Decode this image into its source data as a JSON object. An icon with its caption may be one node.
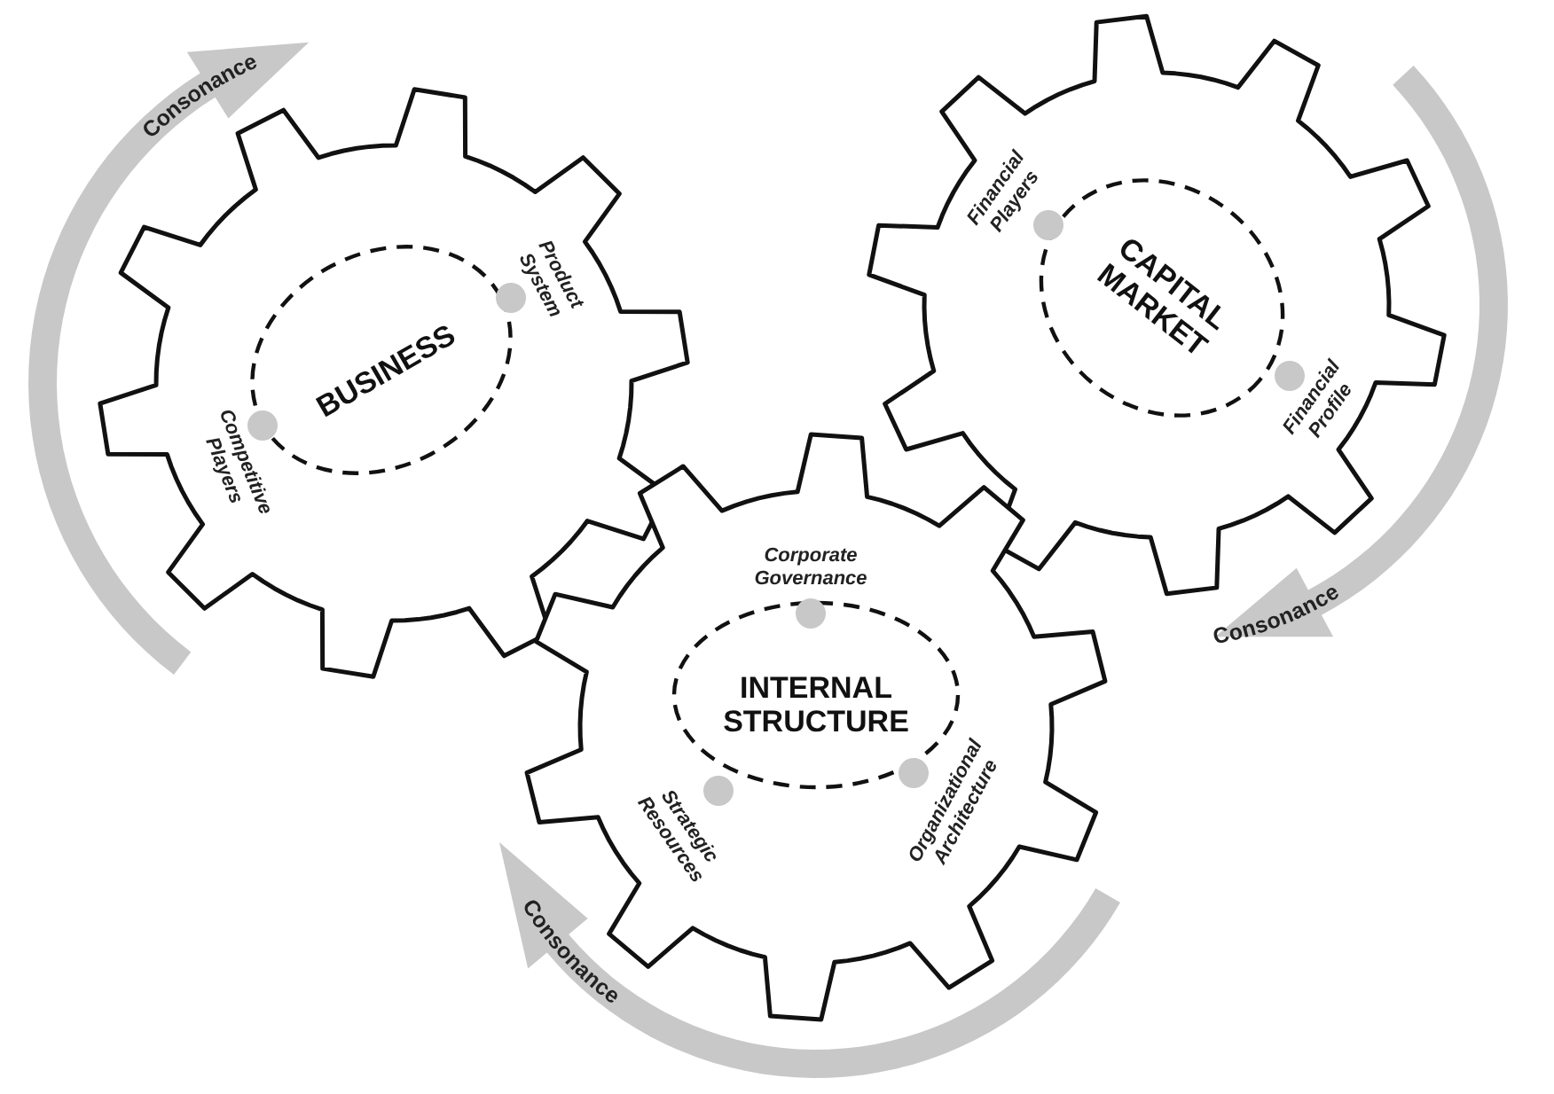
{
  "diagram": {
    "nodes": [
      {
        "text": [
          "BUSINESS"
        ]
      },
      {
        "text": [
          "Product System"
        ],
        "in": 0
      },
      {
        "text": [
          "Competitive Players"
        ],
        "in": 0
      },
      {
        "text": [
          "CAPITAL MARKET"
        ]
      },
      {
        "text": [
          "Financial Players"
        ],
        "in": 3
      },
      {
        "text": [
          "Financial Profile"
        ],
        "in": 3
      },
      {
        "text": [
          "INTERNAL STRUCTURE"
        ]
      },
      {
        "text": [
          "Corporate Governance"
        ],
        "in": 6
      },
      {
        "text": [
          "Strategic Resources"
        ],
        "in": 6
      },
      {
        "text": [
          "Organizational Architecture"
        ],
        "in": 6
      }
    ],
    "labels": [
      "Consonance",
      "Consonance",
      "Consonance"
    ]
  }
}
